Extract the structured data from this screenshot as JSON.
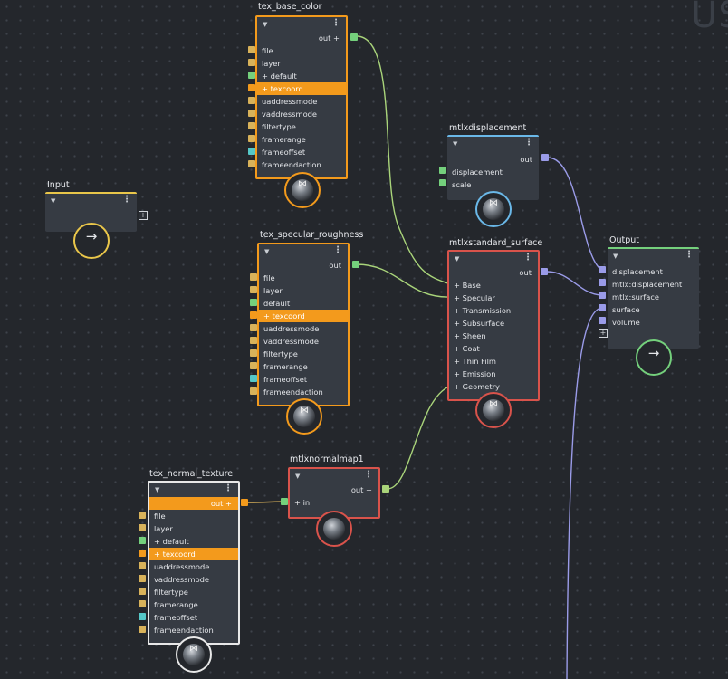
{
  "watermark": "US",
  "colors": {
    "orange": "#f39a1c",
    "red": "#d9534b",
    "blue": "#6ab8e8",
    "green": "#74d07c",
    "yellow": "#e9c64a",
    "white": "#e8e8e8"
  },
  "nodes": {
    "tex_base_color": {
      "title": "tex_base_color",
      "out": "out",
      "rows": [
        "file",
        "layer",
        "default",
        "texcoord",
        "uaddressmode",
        "vaddressmode",
        "filtertype",
        "framerange",
        "frameoffset",
        "frameendaction"
      ]
    },
    "tex_specular_roughness": {
      "title": "tex_specular_roughness",
      "out": "out",
      "rows": [
        "file",
        "layer",
        "default",
        "texcoord",
        "uaddressmode",
        "vaddressmode",
        "filtertype",
        "framerange",
        "frameoffset",
        "frameendaction"
      ]
    },
    "tex_normal_texture": {
      "title": "tex_normal_texture",
      "out": "out",
      "rows": [
        "file",
        "layer",
        "default",
        "texcoord",
        "uaddressmode",
        "vaddressmode",
        "filtertype",
        "framerange",
        "frameoffset",
        "frameendaction"
      ]
    },
    "input": {
      "title": "Input"
    },
    "mtlxdisplacement": {
      "title": "mtlxdisplacement",
      "out": "out",
      "rows": [
        "displacement",
        "scale"
      ]
    },
    "mtlxstandard_surface": {
      "title": "mtlxstandard_surface",
      "out": "out",
      "rows": [
        "Base",
        "Specular",
        "Transmission",
        "Subsurface",
        "Sheen",
        "Coat",
        "Thin Film",
        "Emission",
        "Geometry"
      ]
    },
    "mtlxnormalmap1": {
      "title": "mtlxnormalmap1",
      "out": "out",
      "rows": [
        "in"
      ]
    },
    "output": {
      "title": "Output",
      "rows": [
        "displacement",
        "mtlx:displacement",
        "mtlx:surface",
        "surface",
        "volume"
      ]
    }
  }
}
